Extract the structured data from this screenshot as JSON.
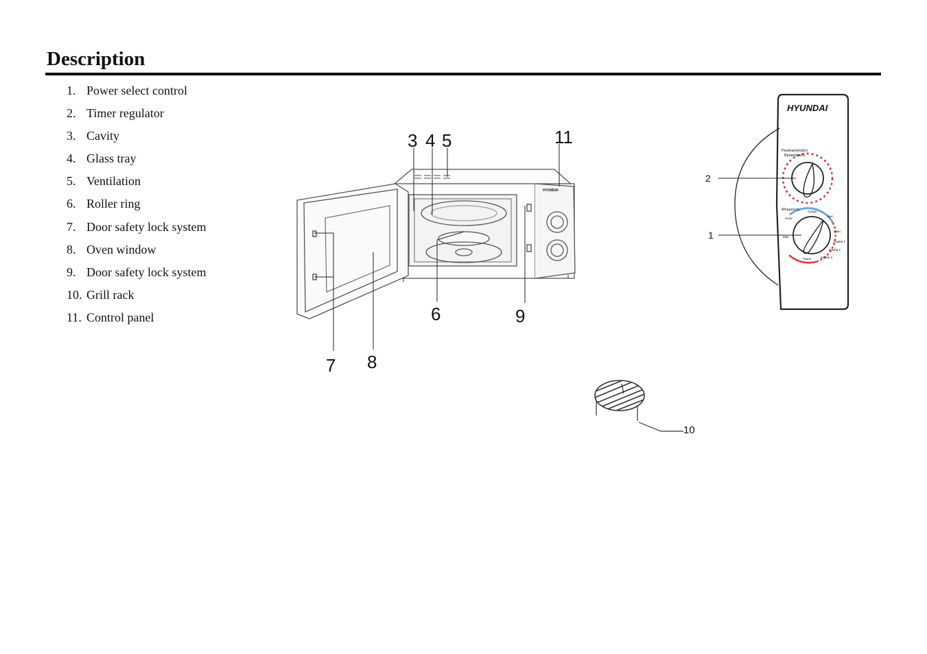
{
  "section": {
    "title": "Description"
  },
  "parts": [
    {
      "num": "1.",
      "label": "Power select control"
    },
    {
      "num": "2.",
      "label": "Timer regulator"
    },
    {
      "num": "3.",
      "label": "Cavity"
    },
    {
      "num": "4.",
      "label": "Glass tray"
    },
    {
      "num": "5.",
      "label": "Ventilation"
    },
    {
      "num": "6.",
      "label": "Roller ring"
    },
    {
      "num": "7.",
      "label": "Door safety lock system"
    },
    {
      "num": "8.",
      "label": "Oven window"
    },
    {
      "num": "9.",
      "label": "Door safety lock system"
    },
    {
      "num": "10.",
      "label": "Grill rack"
    },
    {
      "num": "11.",
      "label": "Control panel"
    }
  ],
  "figure": {
    "callouts": [
      "3",
      "4",
      "5",
      "11",
      "6",
      "9",
      "7",
      "8",
      "10",
      "2",
      "1"
    ],
    "brand": "HYUNDAI",
    "timer_caption_1": "Разморозка(кг)",
    "timer_caption_2": "Время(мин)",
    "power_caption": "Мощность",
    "power_marks": [
      "Низк.",
      "Средн.",
      "Выс.",
      "Макс.",
      "Комби 1",
      "Комби 2",
      "Комби 3",
      "Гриль",
      "Мин."
    ]
  }
}
